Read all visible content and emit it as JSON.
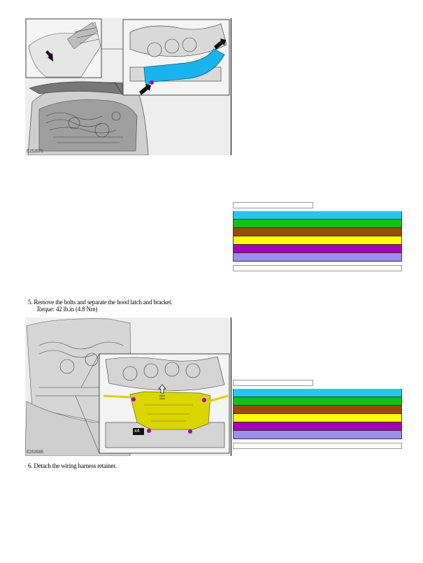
{
  "figure1": {
    "code": "E253572"
  },
  "figure2": {
    "code": "E253585",
    "callout": "x4"
  },
  "steps": [
    {
      "number": "5.",
      "text": "Remove the bolts and separate the hood latch and bracket.",
      "torque_label": "Torque",
      "torque_value": ": 42 lb.in (4.8 Nm)"
    },
    {
      "number": "6.",
      "text": "Detach the wiring harness retainer."
    }
  ],
  "legend_colors": [
    "#1ecbee",
    "#12c212",
    "#9b4a0a",
    "#ffff00",
    "#a600b9",
    "#9b8ff0"
  ],
  "icons": [
    "arrow-callout-icon",
    "clip-marker-icon"
  ]
}
